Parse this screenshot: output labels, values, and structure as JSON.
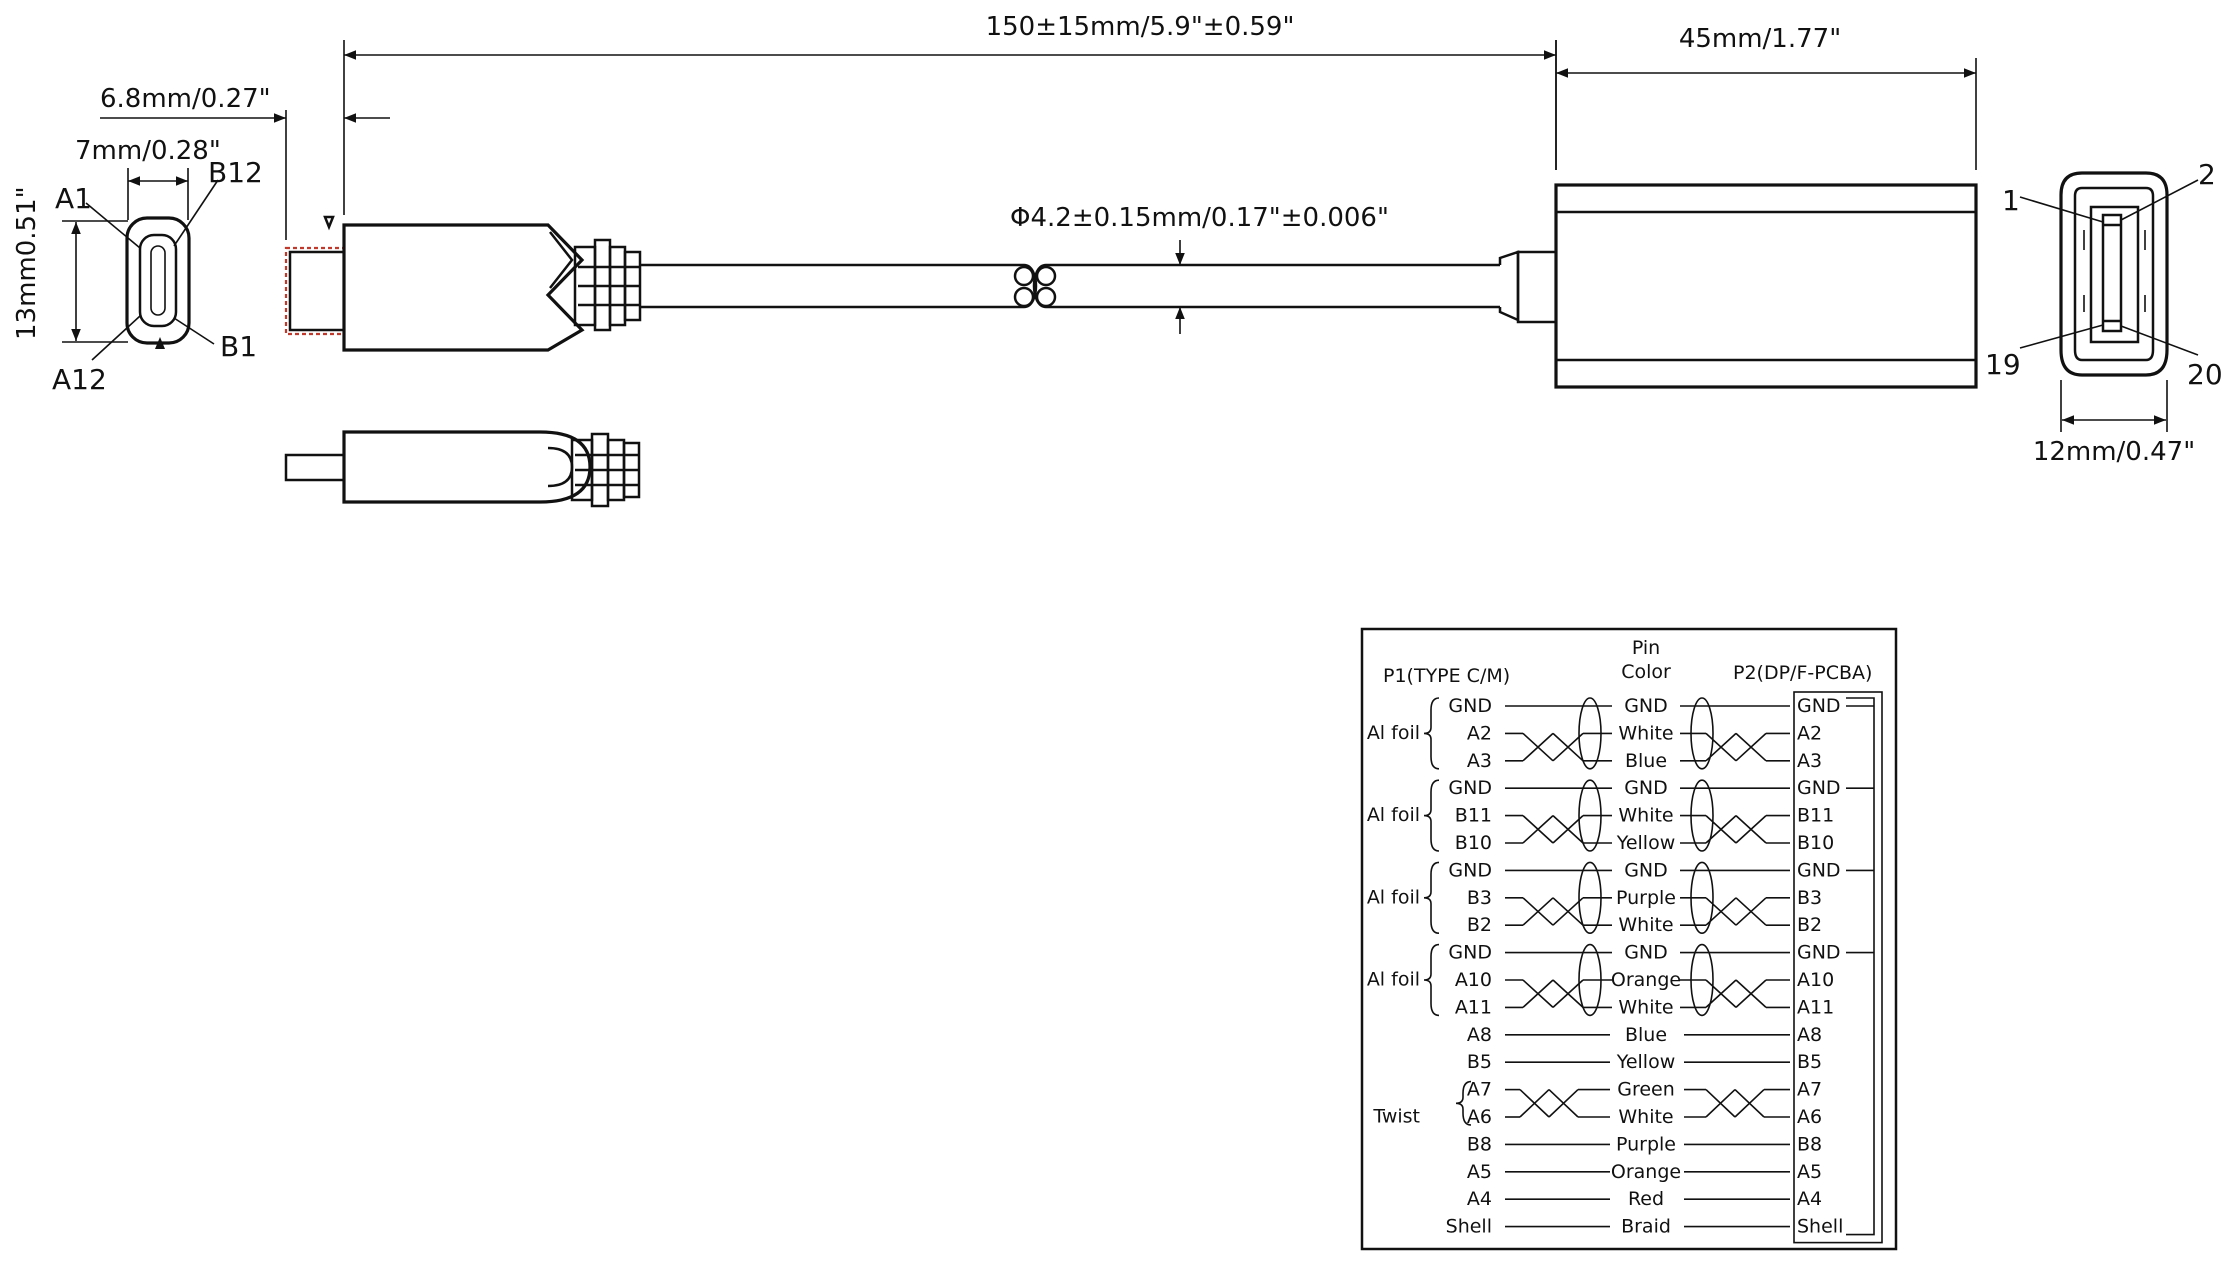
{
  "dimensions": {
    "cable_length": "150±15mm/5.9\"±0.59\"",
    "head_length": "45mm/1.77\"",
    "plug_offset": "6.8mm/0.27\"",
    "plug_width": "7mm/0.28\"",
    "plug_height": "13mm0.51\"",
    "cable_diameter": "Φ4.2±0.15mm/0.17\"±0.006\"",
    "dp_width": "12mm/0.47\""
  },
  "typec_pins": {
    "a1": "A1",
    "b12": "B12",
    "a12": "A12",
    "b1": "B1"
  },
  "dp_pins": {
    "p1": "1",
    "p2": "2",
    "p19": "19",
    "p20": "20"
  },
  "wiring": {
    "p1_header": "P1(TYPE C/M)",
    "color_header_1": "Pin",
    "color_header_2": "Color",
    "p2_header": "P2(DP/F-PCBA)",
    "rows": [
      {
        "group": "Al foil",
        "p1": "GND",
        "color": "GND",
        "p2": "GND"
      },
      {
        "group": "",
        "p1": "A2",
        "color": "White",
        "p2": "A2"
      },
      {
        "group": "",
        "p1": "A3",
        "color": "Blue",
        "p2": "A3"
      },
      {
        "group": "Al foil",
        "p1": "GND",
        "color": "GND",
        "p2": "GND"
      },
      {
        "group": "",
        "p1": "B11",
        "color": "White",
        "p2": "B11"
      },
      {
        "group": "",
        "p1": "B10",
        "color": "Yellow",
        "p2": "B10"
      },
      {
        "group": "Al foil",
        "p1": "GND",
        "color": "GND",
        "p2": "GND"
      },
      {
        "group": "",
        "p1": "B3",
        "color": "Purple",
        "p2": "B3"
      },
      {
        "group": "",
        "p1": "B2",
        "color": "White",
        "p2": "B2"
      },
      {
        "group": "Al foil",
        "p1": "GND",
        "color": "GND",
        "p2": "GND"
      },
      {
        "group": "",
        "p1": "A10",
        "color": "Orange",
        "p2": "A10"
      },
      {
        "group": "",
        "p1": "A11",
        "color": "White",
        "p2": "A11"
      },
      {
        "group": "",
        "p1": "A8",
        "color": "Blue",
        "p2": "A8"
      },
      {
        "group": "",
        "p1": "B5",
        "color": "Yellow",
        "p2": "B5"
      },
      {
        "group": "Twist",
        "p1": "A7",
        "color": "Green",
        "p2": "A7"
      },
      {
        "group": "",
        "p1": "A6",
        "color": "White",
        "p2": "A6"
      },
      {
        "group": "",
        "p1": "B8",
        "color": "Purple",
        "p2": "B8"
      },
      {
        "group": "",
        "p1": "A5",
        "color": "Orange",
        "p2": "A5"
      },
      {
        "group": "",
        "p1": "A4",
        "color": "Red",
        "p2": "A4"
      },
      {
        "group": "",
        "p1": "Shell",
        "color": "Braid",
        "p2": "Shell"
      }
    ]
  }
}
